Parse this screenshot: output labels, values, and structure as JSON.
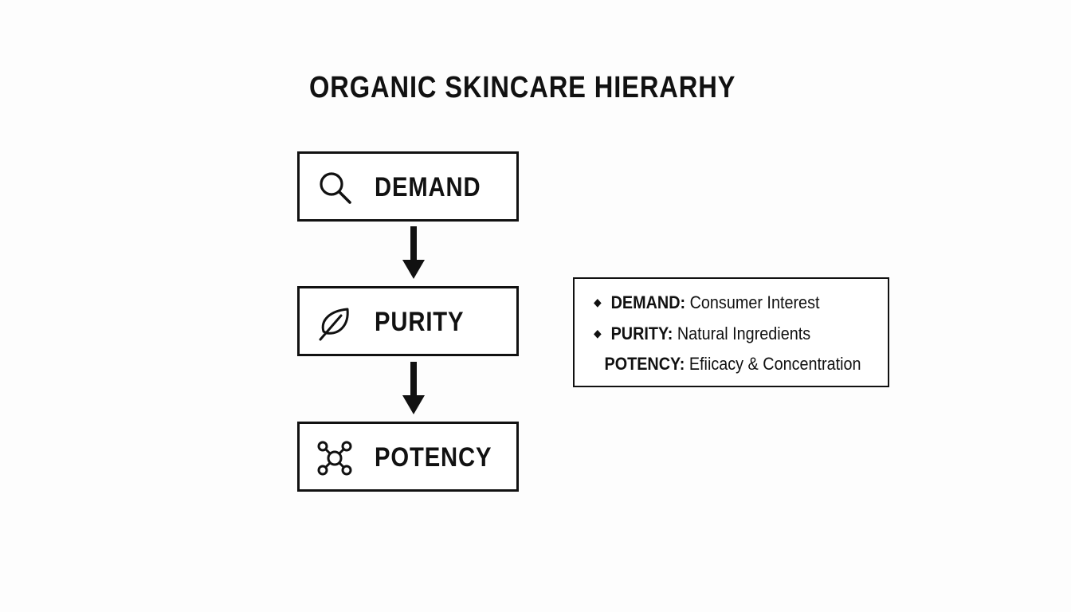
{
  "title": "ORGANIC SKINCARE HIERARHY",
  "nodes": [
    {
      "label": "DEMAND",
      "icon": "search-icon"
    },
    {
      "label": "PURITY",
      "icon": "leaf-icon"
    },
    {
      "label": "POTENCY",
      "icon": "molecule-icon"
    }
  ],
  "arrows": [
    {
      "from": "DEMAND",
      "to": "PURITY"
    },
    {
      "from": "PURITY",
      "to": "POTENCY"
    }
  ],
  "legend": {
    "items": [
      {
        "bullet": "◆",
        "key": "DEMAND",
        "separator": ":",
        "description": " Consumer Interest"
      },
      {
        "bullet": "◆",
        "key": "PURITY",
        "separator": ":",
        "description": " Natural Ingredients"
      },
      {
        "bullet": "",
        "key": "POTENCY",
        "separator": ":",
        "description": " Efiicacy & Concentration"
      }
    ]
  },
  "colors": {
    "background": "#fdfdfd",
    "stroke": "#111111",
    "box_fill": "#ffffff"
  }
}
